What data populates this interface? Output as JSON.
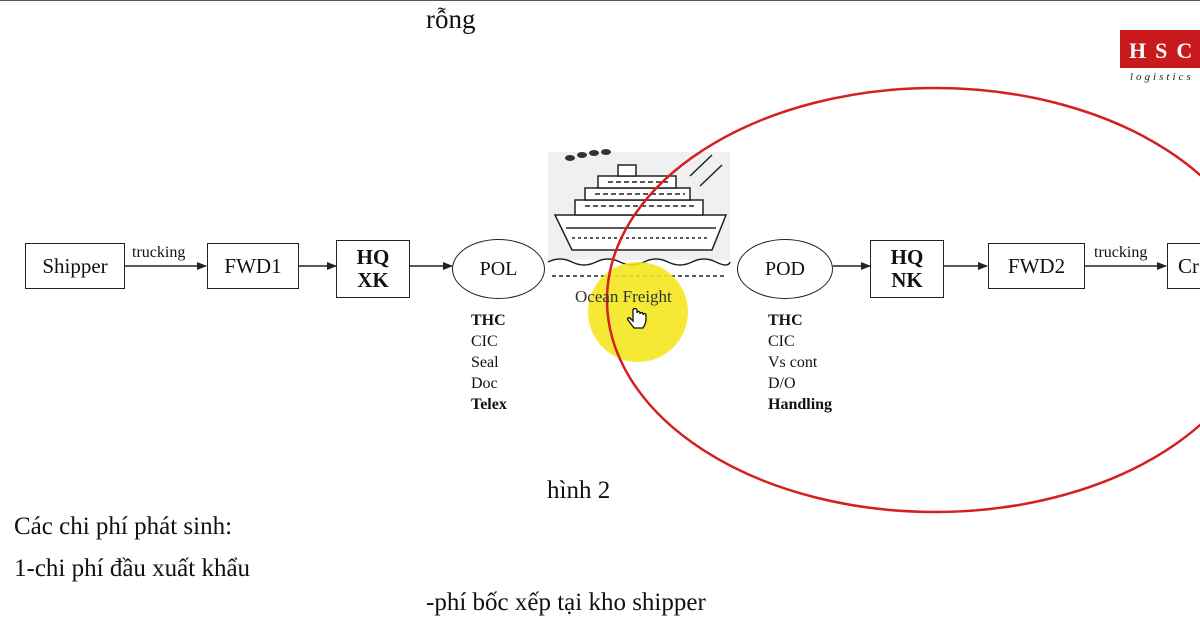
{
  "header": {
    "top_word": "rỗng"
  },
  "logo": {
    "main": "HSC",
    "sub": "logistics"
  },
  "diagram": {
    "left_chain": {
      "shipper": "Shipper",
      "trucking_left": "trucking",
      "fwd1": "FWD1",
      "hq_xk_line1": "HQ",
      "hq_xk_line2": "XK",
      "pol": "POL"
    },
    "pol_charges": [
      "THC",
      "CIC",
      "Seal",
      "Doc",
      "Telex"
    ],
    "ocean_freight": "Ocean Freight",
    "right_chain": {
      "pod": "POD",
      "hq_nk_line1": "HQ",
      "hq_nk_line2": "NK",
      "fwd2": "FWD2",
      "trucking_right": "trucking",
      "consignee_partial": "Cr"
    },
    "pod_charges": [
      "THC",
      "CIC",
      "Vs cont",
      "D/O",
      "Handling"
    ],
    "caption": "hình 2"
  },
  "body_text": {
    "line1": "Các chi phí phát sinh:",
    "line2": "1-chi phí đầu xuất khẩu",
    "line3": "-phí bốc xếp tại kho shipper"
  },
  "annotations": {
    "circle_color": "#d42020",
    "highlight_color": "#f5e61a"
  }
}
